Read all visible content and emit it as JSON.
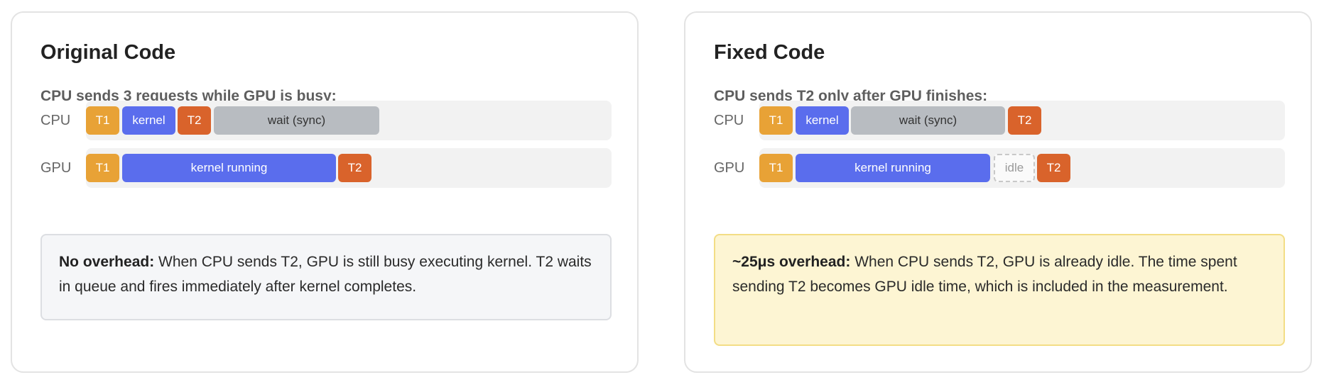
{
  "panels": {
    "original": {
      "title": "Original Code",
      "subtitle": "CPU sends 3 requests while GPU is busy:",
      "cpu_lane": {
        "label": "CPU",
        "blocks": [
          "T1",
          "kernel",
          "T2",
          "wait (sync)"
        ]
      },
      "gpu_lane": {
        "label": "GPU",
        "blocks": [
          "T1",
          "kernel running",
          "T2"
        ]
      },
      "note": {
        "bold": "No overhead:",
        "text": " When CPU sends T2, GPU is still busy executing kernel. T2 waits in queue and fires immediately after kernel completes."
      }
    },
    "fixed": {
      "title": "Fixed Code",
      "subtitle": "CPU sends T2 only after GPU finishes:",
      "cpu_lane": {
        "label": "CPU",
        "blocks": [
          "T1",
          "kernel",
          "wait (sync)",
          "T2"
        ]
      },
      "gpu_lane": {
        "label": "GPU",
        "blocks": [
          "T1",
          "kernel running",
          "idle",
          "T2"
        ]
      },
      "note": {
        "bold": "~25μs overhead:",
        "text": " When CPU sends T2, GPU is already idle. The time spent sending T2 becomes GPU idle time, which is included in the measurement."
      }
    }
  },
  "colors": {
    "t1": "#e8a236",
    "kernel": "#5a6ded",
    "t2": "#d9632b",
    "wait": "#b8bcc1",
    "warning_background": "#fdf5d3",
    "neutral_background": "#f5f6f8"
  }
}
